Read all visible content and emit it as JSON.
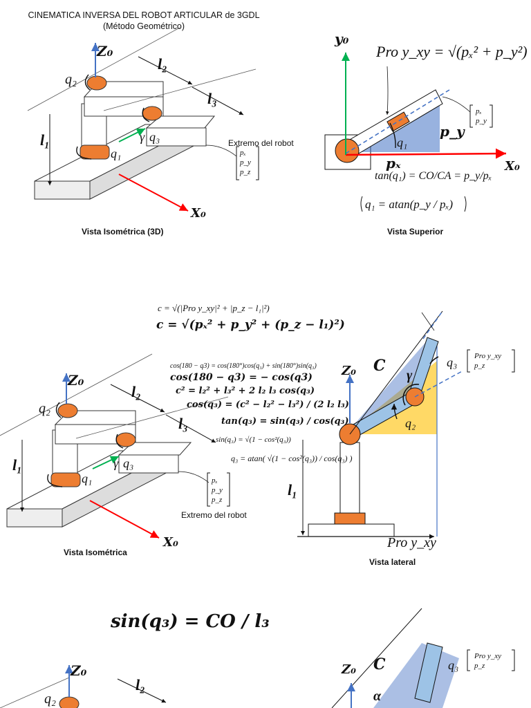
{
  "title": "CINEMATICA INVERSA DEL ROBOT ARTICULAR de 3GDL (Método Geométrico)",
  "panel1": {
    "caption": "Vista Isométrica (3D)",
    "extremo": "Extremo del robot",
    "z_axis": "Z₀",
    "x_axis": "X₀",
    "l1": "l₁",
    "l2": "l₂",
    "l3": "l₃",
    "q1": "q₁",
    "q2": "q₂",
    "q3": "q₃",
    "gamma": "γ",
    "pvec": [
      "pₓ",
      "p_y",
      "p_z"
    ]
  },
  "panel2": {
    "caption": "Vista Superior",
    "y_axis": "y₀",
    "x_axis": "X₀",
    "proy_eq": "Pro y_xy = √(pₓ² + p_y²)",
    "py": "p_y",
    "px": "pₓ",
    "q1": "q₁",
    "pvec": [
      "pₓ",
      "p_y"
    ],
    "tan_eq": "tan(q₁) = CO/CA = p_y/pₓ",
    "q1_eq": "q₁ = atan(p_y / pₓ)"
  },
  "panel3": {
    "caption": "Vista Isométrica",
    "extremo": "Extremo del robot",
    "z_axis": "Z₀",
    "x_axis": "X₀",
    "l1": "l₁",
    "l2": "l₂",
    "l3": "l₃",
    "q1": "q₁",
    "q2": "q₂",
    "q3": "q₃",
    "gamma": "γ",
    "pvec": [
      "pₓ",
      "p_y",
      "p_z"
    ]
  },
  "panel4": {
    "caption": "Vista lateral",
    "c_small": "c = √(|Pro y_xy|² + |p_z − l₁|²)",
    "c_big": "c = √(pₓ² + p_y² + (p_z − l₁)²)",
    "cos_small": "cos(180 − q3) = cos(180°)cos(q₃) + sin(180°)sin(q₃)",
    "cos_big": "cos(180 − q3) = − cos(q3)",
    "c2_eq": "c² = l₂² + l₃² + 2 l₂ l₃ cos(q₃)",
    "cosq3_eq": "cos(q₃) = (c² − l₂² − l₃²) / (2 l₂ l₃)",
    "tanq3_eq": "tan(q₃) = sin(q₃) / cos(q₃)",
    "sinq3_eq": "sin(q₃) = √(1 − cos²(q₃))",
    "q3_eq": "q₃ = atan( √(1 − cos²(q₃)) / cos(q₃) )",
    "C": "C",
    "gamma": "γ",
    "q2": "q₂",
    "q3": "q₃",
    "z_axis": "Z₀",
    "l1": "l₁",
    "proy": "Pro y_xy",
    "vec": [
      "Pro y_xy",
      "p_z"
    ]
  },
  "panel5": {
    "sin_eq": "sin(q₃) = CO / l₃",
    "z_axis": "Z₀",
    "l2": "l₂",
    "q2": "q₂",
    "C": "C",
    "alpha": "α",
    "q3": "q₃",
    "vec": [
      "Pro y_xy",
      "p_z"
    ]
  },
  "colors": {
    "orange": "#ed7d31",
    "blue": "#4472c4",
    "lightblue": "#9dc3e6",
    "green": "#00b050",
    "red": "#ff0000",
    "yellow": "#ffd966"
  }
}
